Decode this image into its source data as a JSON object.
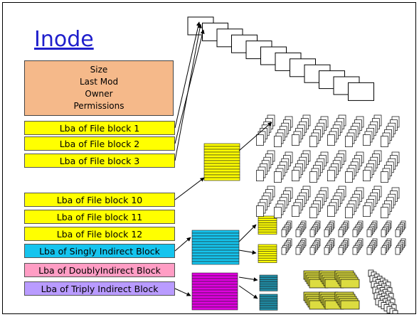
{
  "title": "Inode",
  "attributes": [
    "Size",
    "Last Mod",
    "Owner",
    "Permissions"
  ],
  "pointers": {
    "direct_top": [
      "Lba of File block 1",
      "Lba of File block 2",
      "Lba of File block 3"
    ],
    "direct_bottom": [
      "Lba of File block 10",
      "Lba of File block 11",
      "Lba of File block 12"
    ],
    "singly": "Lba of Singly Indirect Block",
    "doubly": "Lba of DoublyIndirect Block",
    "triply": "Lba of Triply Indirect Block"
  },
  "colors": {
    "title": "#1f1fcc",
    "attributes_fill": "#f5b98a",
    "direct_fill": "#ffff00",
    "singly_fill": "#15c4ee",
    "doubly_fill": "#ff9dc4",
    "triply_fill": "#b99bff",
    "indirect_block_yellow": "#ffff00",
    "indirect_block_cyan": "#15c4ee",
    "indirect_block_magenta": "#e000e0",
    "indirect_block_olive": "#dcdc40",
    "indirect_block_teal": "#1f8ea8"
  }
}
